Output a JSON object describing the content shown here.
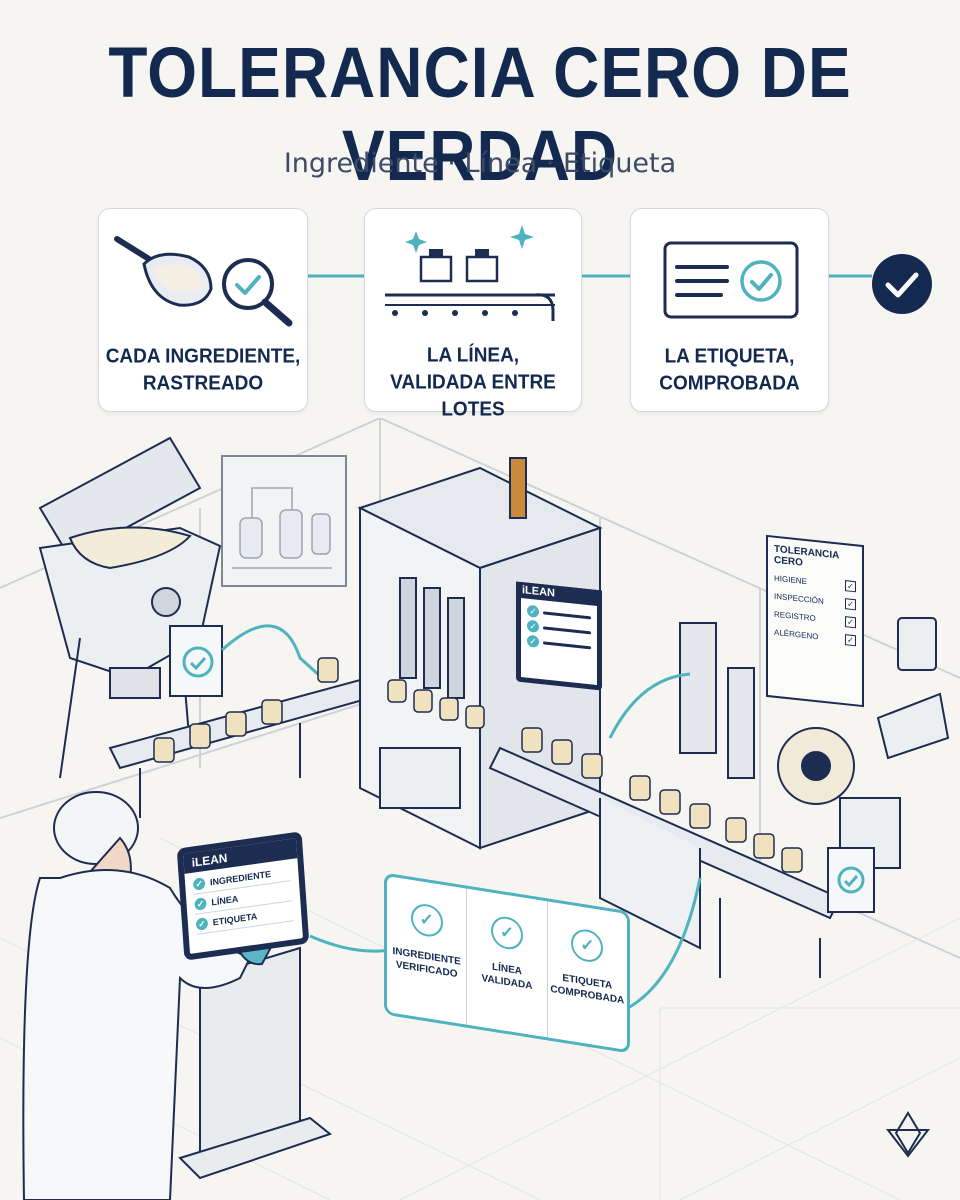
{
  "header": {
    "title": "TOLERANCIA CERO DE VERDAD",
    "subtitle": "Ingrediente · Línea · Etiqueta"
  },
  "steps": [
    {
      "label": "CADA INGREDIENTE,\nRASTREADO",
      "icon": "scoop-magnifier-icon"
    },
    {
      "label": "LA LÍNEA,\nVALIDADA ENTRE LOTES",
      "icon": "production-line-icon"
    },
    {
      "label": "LA ETIQUETA,\nCOMPROBADA",
      "icon": "label-check-icon"
    }
  ],
  "tablet": {
    "brand": "iLEAN",
    "items": [
      "INGREDIENTE",
      "LÍNEA",
      "ETIQUETA"
    ]
  },
  "monitor": {
    "brand": "iLEAN"
  },
  "poster": {
    "title": "TOLERANCIA CERO",
    "items": [
      "HIGIENE",
      "INSPECCIÓN",
      "REGISTRO",
      "ALÉRGENO"
    ]
  },
  "callout": {
    "items": [
      "INGREDIENTE\nVERIFICADO",
      "LÍNEA\nVALIDADA",
      "ETIQUETA\nCOMPROBADA"
    ]
  },
  "colors": {
    "navy": "#13294f",
    "teal": "#4fb2bf",
    "background": "#f6f5f1"
  }
}
